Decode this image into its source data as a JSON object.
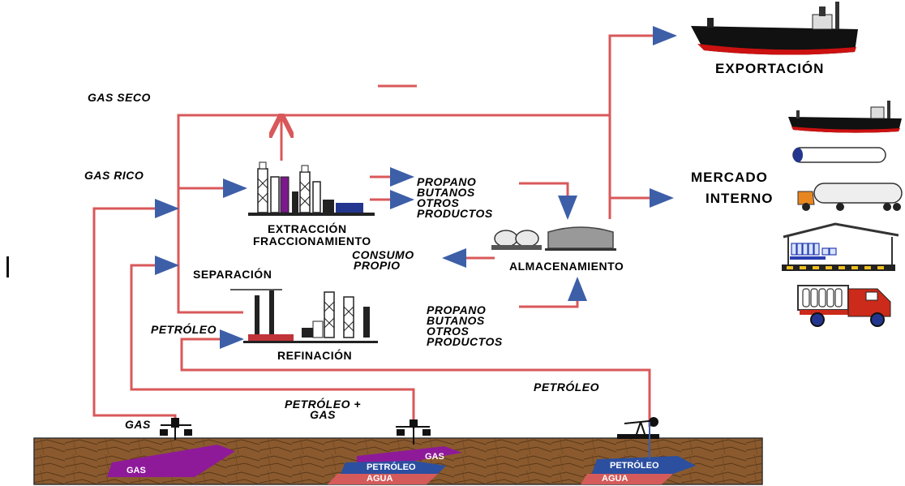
{
  "labels": {
    "gas_seco": "GAS SECO",
    "gas_rico": "GAS RICO",
    "extraccion": "EXTRACCIÓN",
    "fraccionamiento": "FRACCIONAMIENTO",
    "consumo": "CONSUMO",
    "propio": "PROPIO",
    "separacion": "SEPARACIÓN",
    "petroleo_left": "PETRÓLEO",
    "refinacion": "REFINACIÓN",
    "almacenamiento": "ALMACENAMIENTO",
    "petroleo_right": "PETRÓLEO",
    "petroleo_gas_1": "PETRÓLEO +",
    "petroleo_gas_2": "GAS",
    "gas_well": "GAS",
    "exportacion": "EXPORTACIÓN",
    "mercado": "MERCADO",
    "interno": "INTERNO"
  },
  "products_upper": [
    "PROPANO",
    "BUTANOS",
    "OTROS",
    "PRODUCTOS"
  ],
  "products_lower": [
    "PROPANO",
    "BUTANOS",
    "OTROS",
    "PRODUCTOS"
  ],
  "ground": {
    "gas_left": "GAS",
    "gas_mid": "GAS",
    "petroleo_mid": "PETRÓLEO",
    "agua_mid": "AGUA",
    "petroleo_right": "PETRÓLEO",
    "agua_right": "AGUA"
  },
  "colors": {
    "flow_line": "#d9585a",
    "ground": "#8a5a2e",
    "gas_zone": "#8e1a9a",
    "oil_zone": "#2c4fa0",
    "water_zone": "#d55b5b",
    "ship_hull": "#111111",
    "ship_keel": "#cc1111"
  }
}
